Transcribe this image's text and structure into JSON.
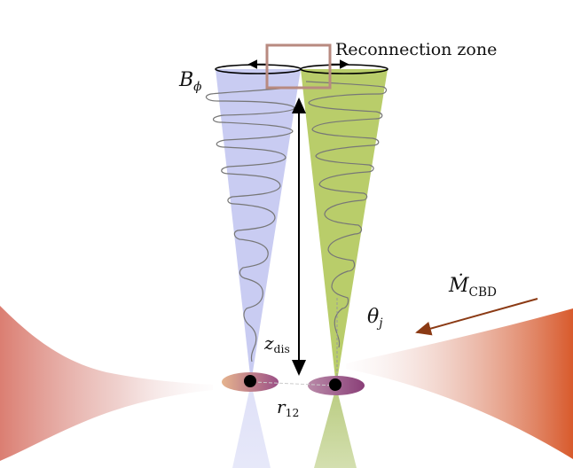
{
  "labels": {
    "reconnection_zone": "Reconnection zone",
    "b_phi": {
      "main": "B",
      "sub": "ϕ"
    },
    "mdot": {
      "main": "Ṁ",
      "sub": "CBD"
    },
    "theta_j": {
      "main": "θ",
      "sub": "j"
    },
    "z_dis": {
      "main": "z",
      "sub": "dis"
    },
    "r_12": {
      "main": "r",
      "sub": "12"
    }
  },
  "colors": {
    "left_jet": "#c9ccf2",
    "right_jet": "#b9cd6a",
    "disk_red": "#d9776a",
    "disk_orange": "#d85a2c",
    "reconnection_box": "#b88a80",
    "arrow": "#8b3a14",
    "helix": "#777777",
    "bh_disk": "#a85a8a"
  }
}
